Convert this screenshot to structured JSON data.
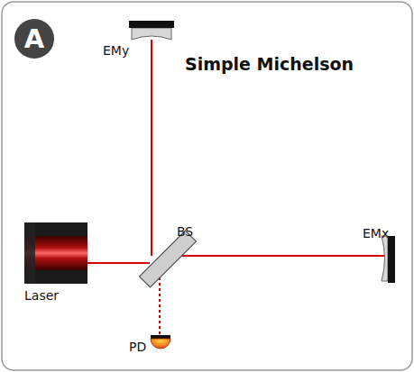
{
  "diagram": {
    "title": "Simple Michelson",
    "nodes": [
      {
        "text": [
          "A"
        ]
      }
    ],
    "labels": [
      "EMy",
      "BS",
      "EMx",
      "Laser",
      "PD"
    ]
  }
}
